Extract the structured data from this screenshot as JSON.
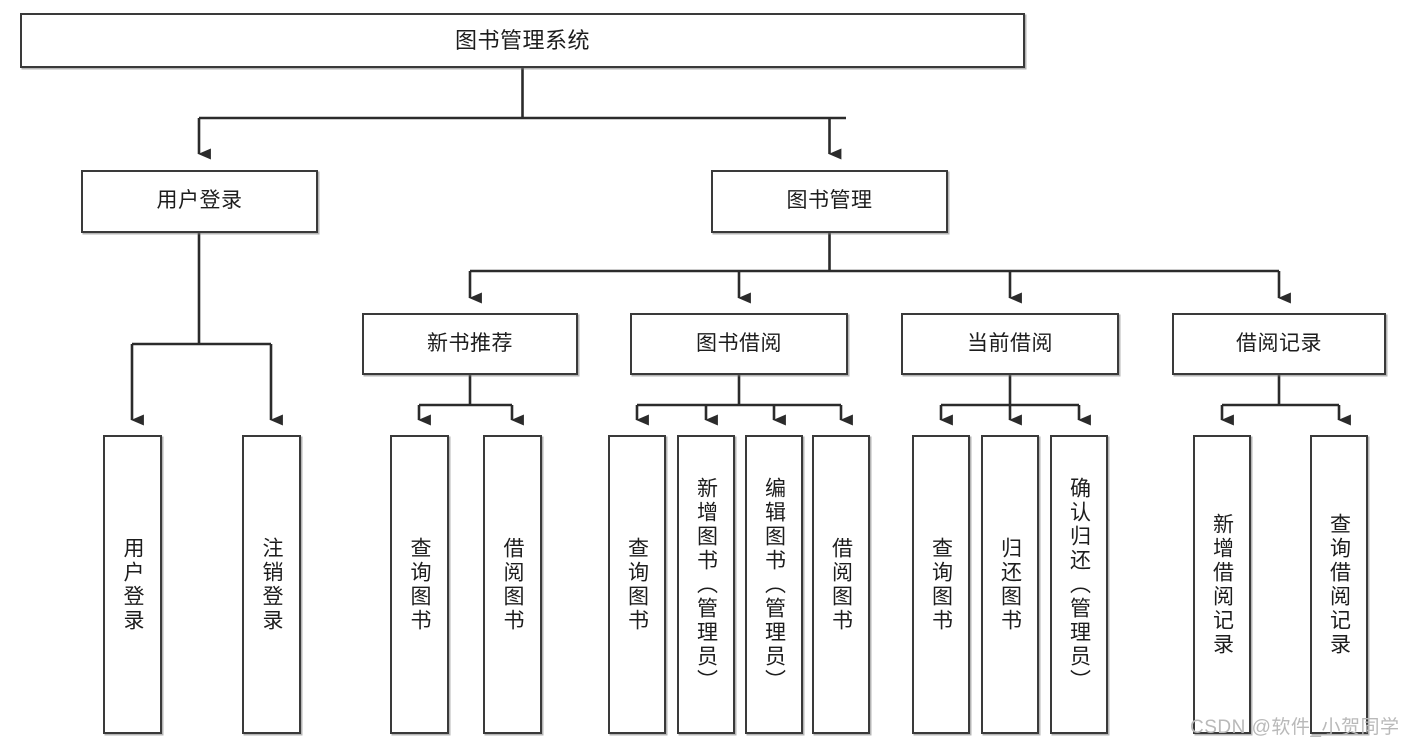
{
  "diagram": {
    "title": "图书管理系统",
    "type": "tree-hierarchy-diagram",
    "root": {
      "label": "图书管理系统"
    },
    "level2": [
      {
        "label": "用户登录"
      },
      {
        "label": "图书管理"
      }
    ],
    "level3": [
      {
        "label": "新书推荐"
      },
      {
        "label": "图书借阅"
      },
      {
        "label": "当前借阅"
      },
      {
        "label": "借阅记录"
      }
    ],
    "leaves": [
      {
        "label": "用户登录"
      },
      {
        "label": "注销登录"
      },
      {
        "label": "查询图书"
      },
      {
        "label": "借阅图书"
      },
      {
        "label": "查询图书"
      },
      {
        "label": "新增图书（管理员）"
      },
      {
        "label": "编辑图书（管理员）"
      },
      {
        "label": "借阅图书"
      },
      {
        "label": "查询图书"
      },
      {
        "label": "归还图书"
      },
      {
        "label": "确认归还（管理员）"
      },
      {
        "label": "新增借阅记录"
      },
      {
        "label": "查询借阅记录"
      }
    ]
  },
  "watermark": {
    "text": "CSDN @软件_小贺同学"
  },
  "colors": {
    "box_border": "#3a3a3a",
    "box_fill": "#ffffff",
    "text": "#1d1d1d",
    "connector": "#2b2b2b",
    "watermark": "#b9b9b9",
    "page_background": "#ffffff"
  }
}
